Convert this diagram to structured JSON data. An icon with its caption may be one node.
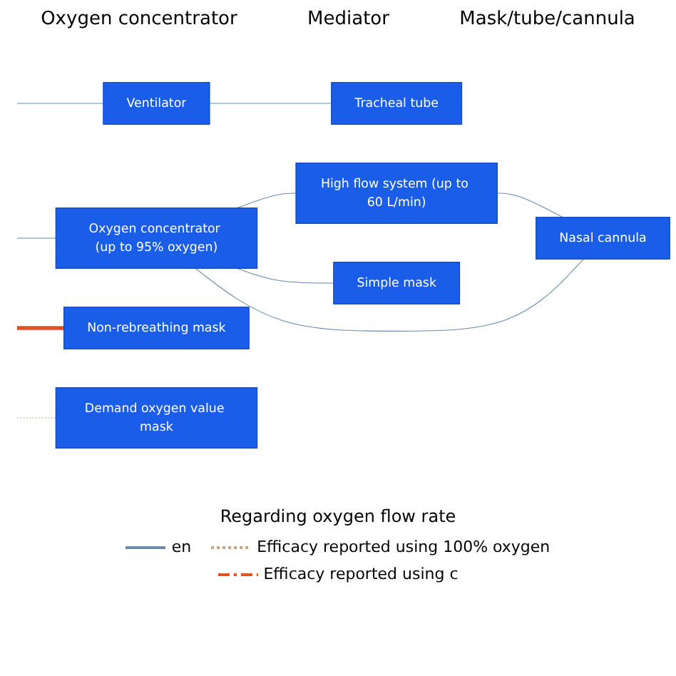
{
  "diagram": {
    "nodes": [
      {
        "text": [
          "Ventilator"
        ]
      },
      {
        "text": [
          "Tracheal tube"
        ]
      },
      {
        "text": [
          "High flow system (up to 60 L/min)"
        ]
      },
      {
        "text": [
          "Oxygen concentrator (up to 95% oxygen)"
        ]
      },
      {
        "text": [
          "Nasal cannula"
        ]
      },
      {
        "text": [
          "Simple mask"
        ]
      },
      {
        "text": [
          "Non-rebreathing mask"
        ]
      },
      {
        "text": [
          "Demand oxygen value mask"
        ]
      }
    ],
    "edges": [
      {
        "from": null,
        "to": 0,
        "arrow": "none"
      },
      {
        "from": 0,
        "to": 1,
        "arrow": "none"
      },
      {
        "from": null,
        "to": 3,
        "arrow": "none"
      },
      {
        "from": 3,
        "to": 2,
        "arrow": "none"
      },
      {
        "from": 2,
        "to": 4,
        "arrow": "none"
      },
      {
        "from": 3,
        "to": 4,
        "arrow": "none"
      },
      {
        "from": 3,
        "to": 5,
        "arrow": "none"
      },
      {
        "from": null,
        "to": 6,
        "arrow": "none",
        "style": "thick",
        "color": "#e0522a"
      },
      {
        "from": null,
        "to": 7,
        "arrow": "none",
        "style": "dashed",
        "color": "#c9a58a"
      }
    ],
    "labels": [
      "Oxygen concentrator",
      "Mediator",
      "Mask/tube/cannula",
      "Regarding oxygen flow rate"
    ],
    "legend": [
      {
        "text": "en"
      },
      {
        "text": "Efficacy reported using 100% oxygen"
      },
      {
        "text": "Efficacy reported using c"
      }
    ]
  }
}
